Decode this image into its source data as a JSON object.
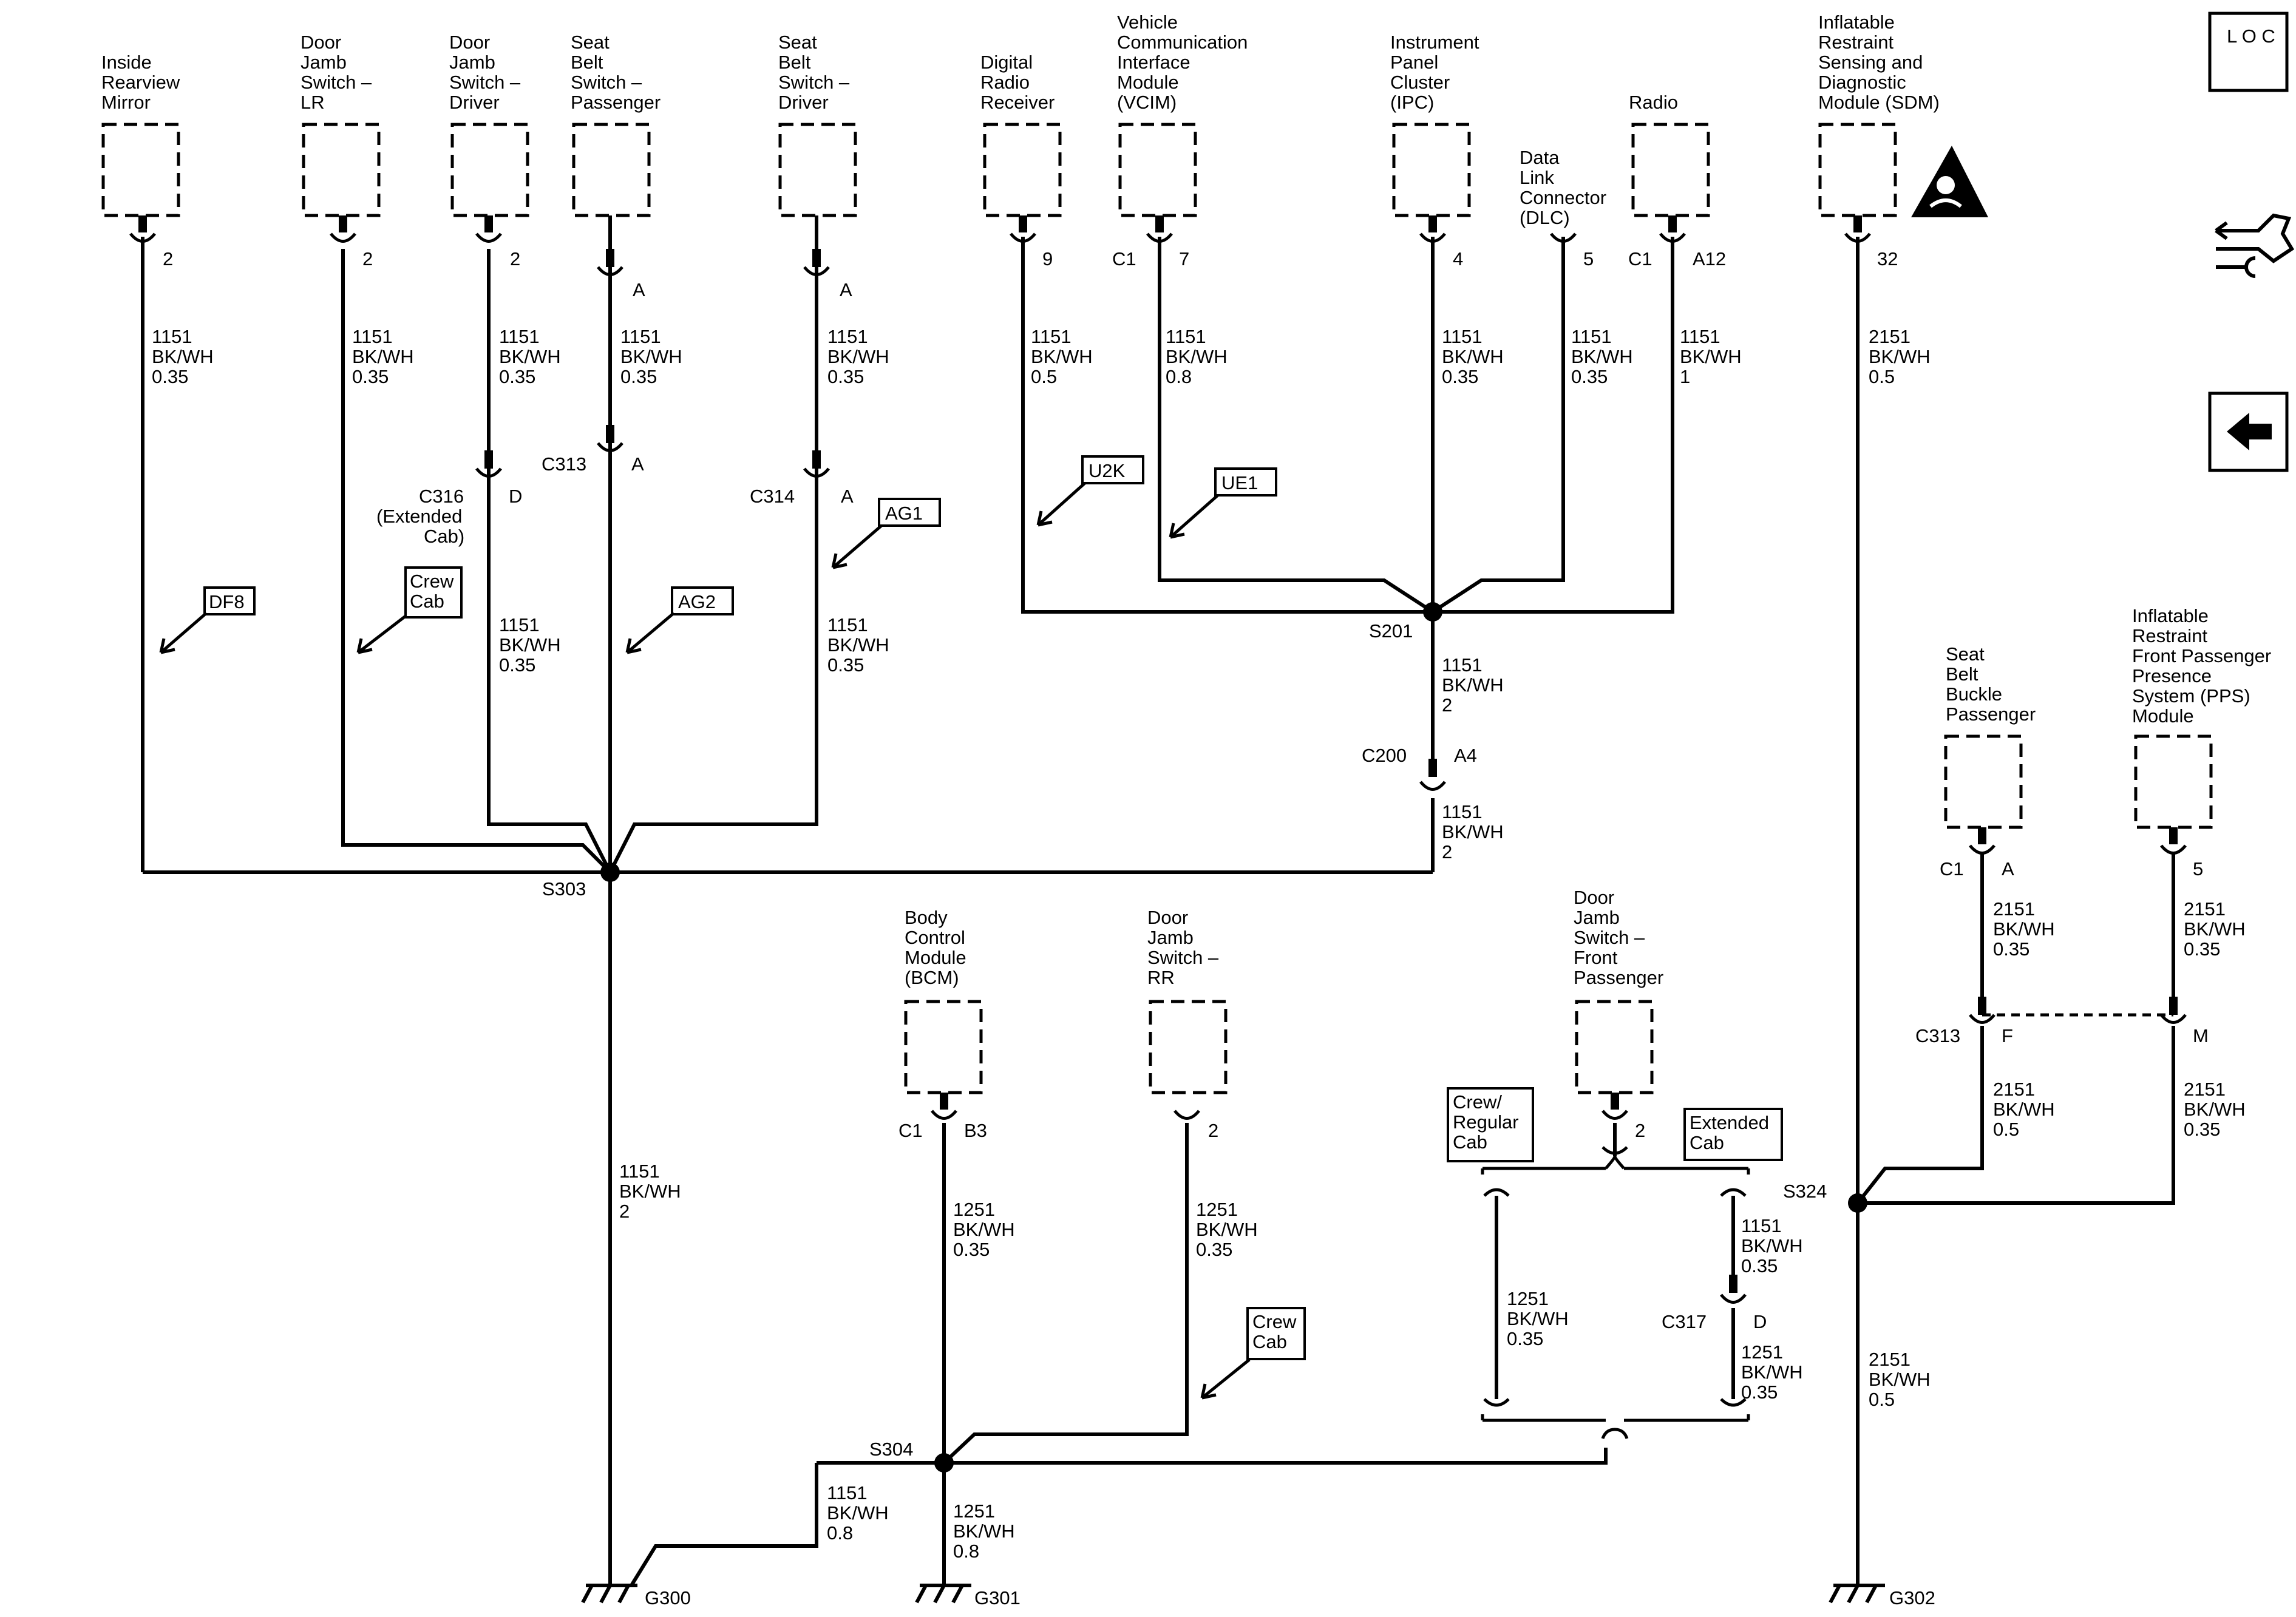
{
  "components": {
    "inside_mirror": {
      "name": [
        "Inside",
        "Rearview",
        "Mirror"
      ],
      "pin": "2",
      "wire": [
        "1151",
        "BK/WH",
        "0.35"
      ]
    },
    "djs_lr": {
      "name": [
        "Door",
        "Jamb",
        "Switch –",
        "LR"
      ],
      "pin": "2",
      "wire": [
        "1151",
        "BK/WH",
        "0.35"
      ]
    },
    "djs_driver": {
      "name": [
        "Door",
        "Jamb",
        "Switch –",
        "Driver"
      ],
      "pin": "2",
      "wire": [
        "1151",
        "BK/WH",
        "0.35"
      ],
      "conn": {
        "id": [
          "C316",
          "(Extended",
          "Cab)"
        ],
        "pin": "D"
      },
      "wire2": [
        "1151",
        "BK/WH",
        "0.35"
      ]
    },
    "sbs_passenger": {
      "name": [
        "Seat",
        "Belt",
        "Switch –",
        "Passenger"
      ],
      "pin": "A",
      "wire": [
        "1151",
        "BK/WH",
        "0.35"
      ],
      "conn": {
        "id": "C313",
        "pin": "A"
      }
    },
    "sbs_driver": {
      "name": [
        "Seat",
        "Belt",
        "Switch –",
        "Driver"
      ],
      "pin": "A",
      "wire": [
        "1151",
        "BK/WH",
        "0.35"
      ],
      "conn": {
        "id": "C314",
        "pin": "A"
      },
      "wire2": [
        "1151",
        "BK/WH",
        "0.35"
      ]
    },
    "drr": {
      "name": [
        "Digital",
        "Radio",
        "Receiver"
      ],
      "pin": "9",
      "wire": [
        "1151",
        "BK/WH",
        "0.5"
      ]
    },
    "vcim": {
      "name": [
        "Vehicle",
        "Communication",
        "Interface",
        "Module",
        "(VCIM)"
      ],
      "conn": "C1",
      "pin": "7",
      "wire": [
        "1151",
        "BK/WH",
        "0.8"
      ]
    },
    "ipc": {
      "name": [
        "Instrument",
        "Panel",
        "Cluster",
        "(IPC)"
      ],
      "pin": "4",
      "wire": [
        "1151",
        "BK/WH",
        "0.35"
      ]
    },
    "dlc": {
      "name": [
        "Data",
        "Link",
        "Connector",
        "(DLC)"
      ],
      "pin": "5",
      "wire": [
        "1151",
        "BK/WH",
        "0.35"
      ]
    },
    "radio": {
      "name": [
        "Radio"
      ],
      "conn": "C1",
      "pin": "A12",
      "wire": [
        "1151",
        "BK/WH",
        "1"
      ]
    },
    "sdm": {
      "name": [
        "Inflatable",
        "Restraint",
        "Sensing and",
        "Diagnostic",
        "Module (SDM)"
      ],
      "pin": "32",
      "wire": [
        "2151",
        "BK/WH",
        "0.5"
      ]
    },
    "sbb_passenger": {
      "name": [
        "Seat",
        "Belt",
        "Buckle",
        "Passenger"
      ],
      "conn": "C1",
      "pin": "A",
      "wire": [
        "2151",
        "BK/WH",
        "0.35"
      ],
      "conn2": {
        "id": "C313",
        "pin": "F"
      },
      "wire2": [
        "2151",
        "BK/WH",
        "0.5"
      ]
    },
    "pps": {
      "name": [
        "Inflatable",
        "Restraint",
        "Front Passenger",
        "Presence",
        "System (PPS)",
        "Module"
      ],
      "pin": "5",
      "wire": [
        "2151",
        "BK/WH",
        "0.35"
      ],
      "conn2": {
        "pin": "M"
      },
      "wire2": [
        "2151",
        "BK/WH",
        "0.35"
      ]
    },
    "bcm": {
      "name": [
        "Body",
        "Control",
        "Module",
        "(BCM)"
      ],
      "conn": "C1",
      "pin": "B3",
      "wire": [
        "1251",
        "BK/WH",
        "0.35"
      ]
    },
    "djs_rr": {
      "name": [
        "Door",
        "Jamb",
        "Switch –",
        "RR"
      ],
      "pin": "2",
      "wire": [
        "1251",
        "BK/WH",
        "0.35"
      ]
    },
    "djs_fp": {
      "name": [
        "Door",
        "Jamb",
        "Switch –",
        "Front",
        "Passenger"
      ],
      "pin": "2"
    }
  },
  "splices": {
    "s303": "S303",
    "s201": "S201",
    "s304": "S304",
    "s324": "S324"
  },
  "grounds": {
    "g300": "G300",
    "g301": "G301",
    "g302": "G302"
  },
  "c200": {
    "id": "C200",
    "pin": "A4"
  },
  "c317": {
    "id": "C317",
    "pin": "D"
  },
  "wires": {
    "s201_c200": [
      "1151",
      "BK/WH",
      "2"
    ],
    "c200_s303": [
      "1151",
      "BK/WH",
      "2"
    ],
    "s303_g300": [
      "1151",
      "BK/WH",
      "2"
    ],
    "s304_g300": [
      "1151",
      "BK/WH",
      "0.8"
    ],
    "s304_g301": [
      "1251",
      "BK/WH",
      "0.8"
    ],
    "fp_regular": [
      "1251",
      "BK/WH",
      "0.35"
    ],
    "fp_ext_top": [
      "1151",
      "BK/WH",
      "0.35"
    ],
    "fp_ext_bottom": [
      "1251",
      "BK/WH",
      "0.35"
    ],
    "s324_g302": [
      "2151",
      "BK/WH",
      "0.5"
    ]
  },
  "option_tags": {
    "df8": [
      "DF8"
    ],
    "crew_cab1": [
      "Crew",
      "Cab"
    ],
    "ag2": [
      "AG2"
    ],
    "ag1": [
      "AG1"
    ],
    "u2k": [
      "U2K"
    ],
    "ue1": [
      "UE1"
    ],
    "crew_regular": [
      "Crew/",
      "Regular",
      "Cab"
    ],
    "extended_cab": [
      "Extended",
      "Cab"
    ],
    "crew_cab2": [
      "Crew",
      "Cab"
    ]
  },
  "side_icons": {
    "loc": "L O C",
    "loc_icon": "loc-icon",
    "connector_icon": "connector-end-view-icon",
    "back_icon": "back-arrow-icon",
    "airbag_icon": "airbag-warning-icon"
  }
}
